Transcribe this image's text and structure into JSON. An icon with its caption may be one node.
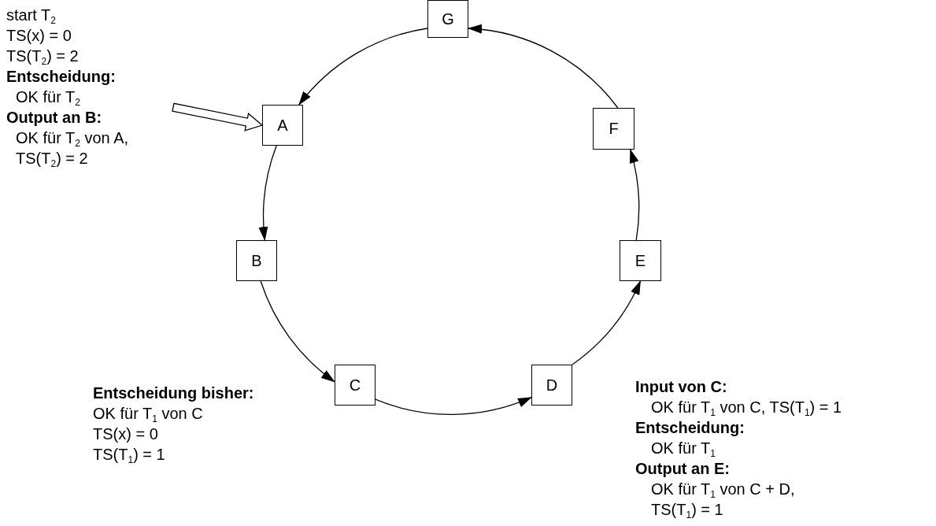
{
  "diagram": {
    "nodes": [
      {
        "text": [
          "G"
        ]
      },
      {
        "text": [
          "start T$_{2}$",
          "TS(x) = 0",
          "TS(T$_{2}$) = 2",
          "Entscheidung:",
          "OK für T$_{2}$",
          "Output an B:",
          "OK für T$_{2}$ von A, TS(T$_{2}$) = 2"
        ]
      },
      {
        "text": [
          "A"
        ]
      },
      {
        "text": [
          "F"
        ]
      },
      {
        "text": [
          "B"
        ]
      },
      {
        "text": [
          "E"
        ]
      },
      {
        "text": [
          "C"
        ],
        "beside": [
          "Entscheidung bisher:",
          "OK für T$_{1}$ von C",
          "TS(x) = 0",
          "TS(T$_{1}$) = 1"
        ]
      },
      {
        "text": [
          "D"
        ],
        "beside": [
          "Input von C:",
          "OK für T$_{1}$ von C, TS(T$_{1}$) = 1",
          "Entscheidung:",
          "OK für T$_{1}$",
          "Output an E:",
          "OK für T$_{1}$ von C + D, TS(T$_{1}$) = 1"
        ]
      }
    ],
    "edges": [
      {
        "from": 2,
        "to": 4,
        "arrow": "to"
      },
      {
        "from": 4,
        "to": 6,
        "arrow": "to"
      },
      {
        "from": 6,
        "to": 7,
        "arrow": "to"
      },
      {
        "from": 7,
        "to": 5,
        "arrow": "to"
      },
      {
        "from": 5,
        "to": 3,
        "arrow": "to"
      },
      {
        "from": 3,
        "to": 0,
        "arrow": "to"
      },
      {
        "from": 0,
        "to": 2,
        "arrow": "to"
      },
      {
        "from": 1,
        "to": 2,
        "arrow": "to",
        "style": "thick"
      }
    ]
  }
}
